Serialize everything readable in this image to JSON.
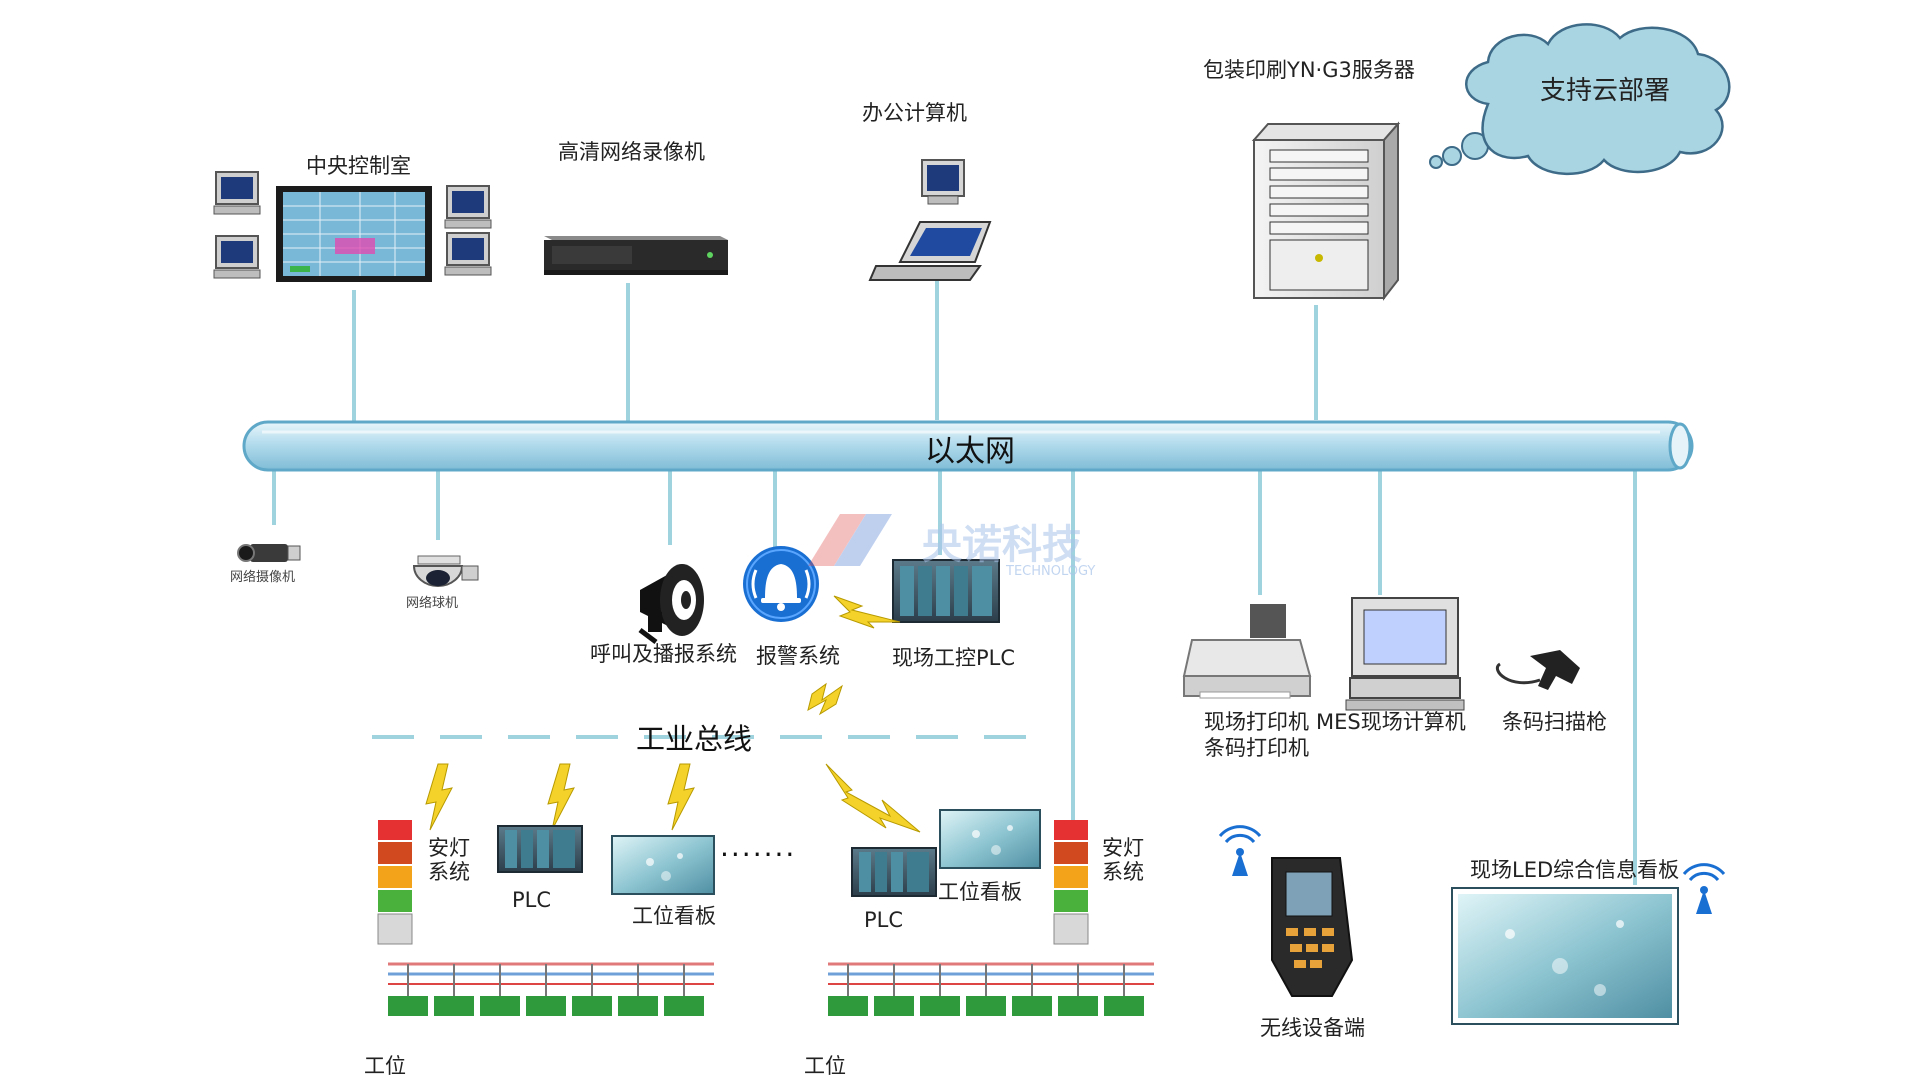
{
  "ethernet": {
    "label": "以太网"
  },
  "fieldbus": {
    "label": "工业总线"
  },
  "top_nodes": {
    "control_room": "中央控制室",
    "nvr": "高清网络录像机",
    "office_pc": "办公计算机",
    "server": "包装印刷YN·G3服务器",
    "cloud": "支持云部署"
  },
  "lower_nodes": {
    "net_camera": "网络摄像机",
    "dome_camera": "网络球机",
    "broadcast": "呼叫及播报系统",
    "alarm": "报警系统",
    "site_plc": "现场工控PLC",
    "site_printer_line1": "现场打印机",
    "site_printer_line2": "条码打印机",
    "mes_pc": "MES现场计算机",
    "barcode_scanner": "条码扫描枪",
    "wireless_terminal": "无线设备端",
    "led_board": "现场LED综合信息看板"
  },
  "station_group": {
    "andon_line1": "安灯",
    "andon_line2": "系统",
    "plc": "PLC",
    "station_board": "工位看板",
    "ellipsis": "·······",
    "station": "工位"
  },
  "watermark": {
    "cn": "央诺科技",
    "en": "TECHNOLOGY"
  },
  "colors": {
    "bus_line": "#9fd3dd",
    "pipe_fill": "#b9dff0",
    "pipe_stroke": "#5fa8c8",
    "cloud_fill": "#a9d5e3",
    "cloud_stroke": "#3d6b88",
    "lightning": "#f5d22a",
    "alarm_blue": "#1a6fd3"
  }
}
